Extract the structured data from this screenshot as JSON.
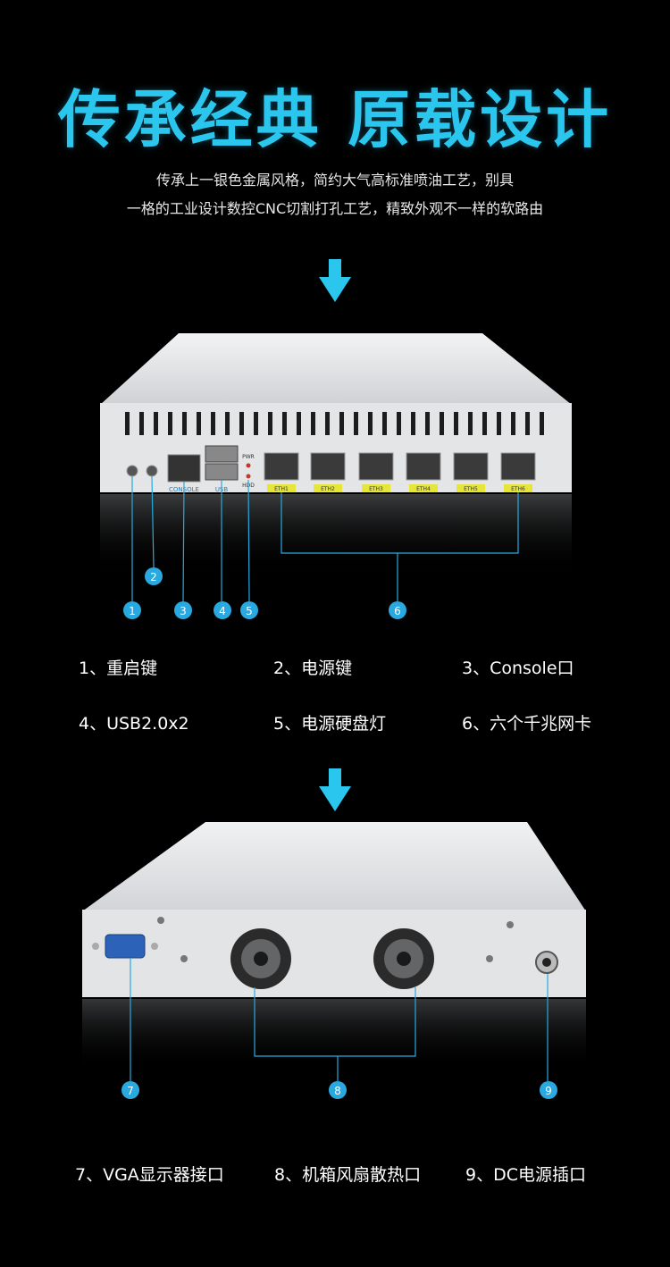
{
  "header": {
    "title": "传承经典 原载设计",
    "line1": "传承上一银色金属风格，简约大气高标准喷油工艺，别具",
    "line2": "一格的工业设计数控CNC切割打孔工艺，精致外观不一样的软路由"
  },
  "front_panel": {
    "port_labels": {
      "console": "CONSOLE",
      "usb": "USB",
      "pwr": "PWR",
      "hdd": "HDD",
      "eth": [
        "ETH1",
        "ETH2",
        "ETH3",
        "ETH4",
        "ETH5",
        "ETH6"
      ]
    },
    "markers": [
      "1",
      "2",
      "3",
      "4",
      "5",
      "6"
    ]
  },
  "features_front": [
    "1、重启键",
    "2、电源键",
    "3、Console口",
    "4、USB2.0x2",
    "5、电源硬盘灯",
    "6、六个千兆网卡"
  ],
  "back_panel": {
    "markers": [
      "7",
      "8",
      "9"
    ]
  },
  "features_back": [
    "7、VGA显示器接口",
    "8、机箱风扇散热口",
    "9、DC电源插口"
  ],
  "colors": {
    "accent": "#2bc6ee",
    "marker": "#29a9e0",
    "chassis": "#d9dbdd",
    "eth_label_bg": "#e6e63a"
  }
}
